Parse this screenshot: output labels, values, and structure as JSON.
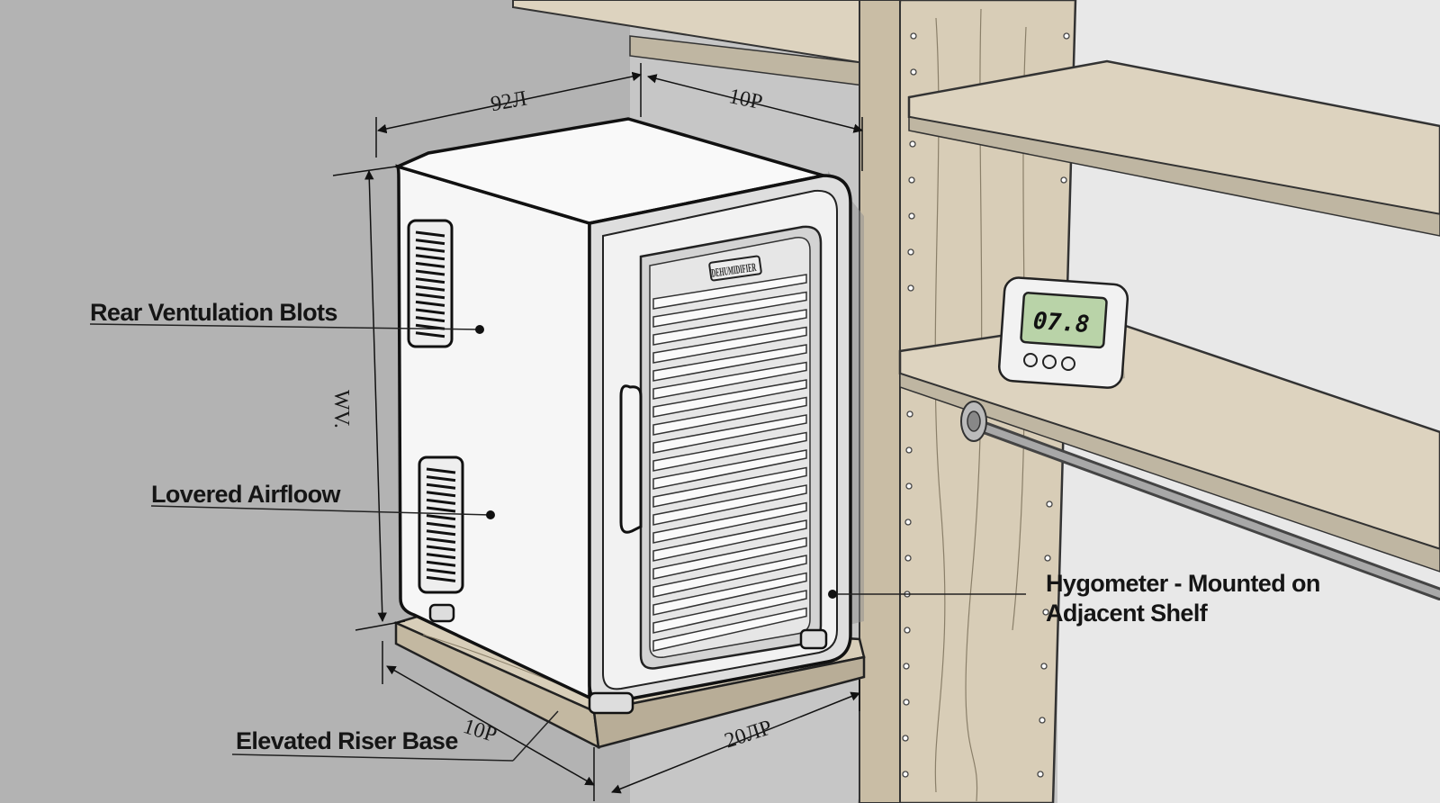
{
  "labels": {
    "rear_ventilation": "Rear Ventulation Blots",
    "louvered_airflow": "Lovered Airfloow",
    "riser_base": "Elevated Riser Base",
    "hygrometer_line1": "Hygometer - Mounted on",
    "hygrometer_line2": "Adjacent Shelf"
  },
  "dimensions": {
    "top_left_width": "92Л",
    "top_depth": "10Р",
    "side_height": "WV.",
    "base_front": "10Р",
    "base_side": "20ЛР"
  },
  "unit": {
    "brand_plate": "DEHUMIDIFIER"
  },
  "hygrometer": {
    "display_value": "07.8"
  },
  "colors": {
    "wall": "#b3b3b3",
    "wood": "#dcd3c0",
    "unit_body": "#f5f5f5",
    "lcd": "#b9d3a8"
  },
  "icons": [
    "vent-grille-icon",
    "hygrometer-icon",
    "leader-dot-icon"
  ]
}
